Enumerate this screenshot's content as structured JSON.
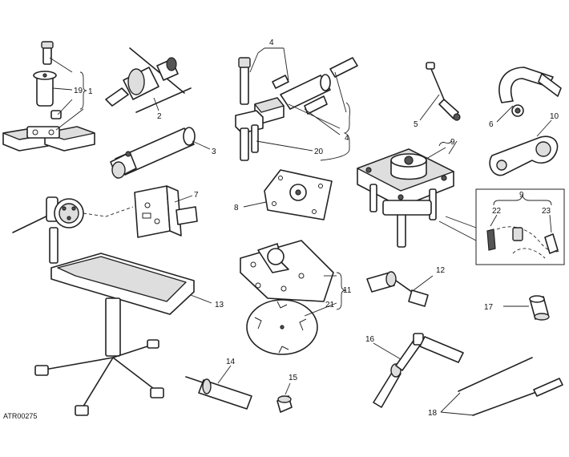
{
  "drawing_code": "ATR00275",
  "callouts": [
    {
      "id": "c1",
      "text": "1"
    },
    {
      "id": "c2",
      "text": "2"
    },
    {
      "id": "c3",
      "text": "3"
    },
    {
      "id": "c4a",
      "text": "4"
    },
    {
      "id": "c4b",
      "text": "4"
    },
    {
      "id": "c5",
      "text": "5"
    },
    {
      "id": "c6",
      "text": "6"
    },
    {
      "id": "c7",
      "text": "7"
    },
    {
      "id": "c8",
      "text": "8"
    },
    {
      "id": "c9a",
      "text": "9"
    },
    {
      "id": "c9b",
      "text": "9"
    },
    {
      "id": "c10",
      "text": "10"
    },
    {
      "id": "c11",
      "text": "11"
    },
    {
      "id": "c12",
      "text": "12"
    },
    {
      "id": "c13",
      "text": "13"
    },
    {
      "id": "c14",
      "text": "14"
    },
    {
      "id": "c15",
      "text": "15"
    },
    {
      "id": "c16",
      "text": "16"
    },
    {
      "id": "c17",
      "text": "17"
    },
    {
      "id": "c18",
      "text": "18"
    },
    {
      "id": "c19",
      "text": "19"
    },
    {
      "id": "c20",
      "text": "20"
    },
    {
      "id": "c21",
      "text": "21"
    },
    {
      "id": "c22",
      "text": "22"
    },
    {
      "id": "c23",
      "text": "23"
    }
  ]
}
